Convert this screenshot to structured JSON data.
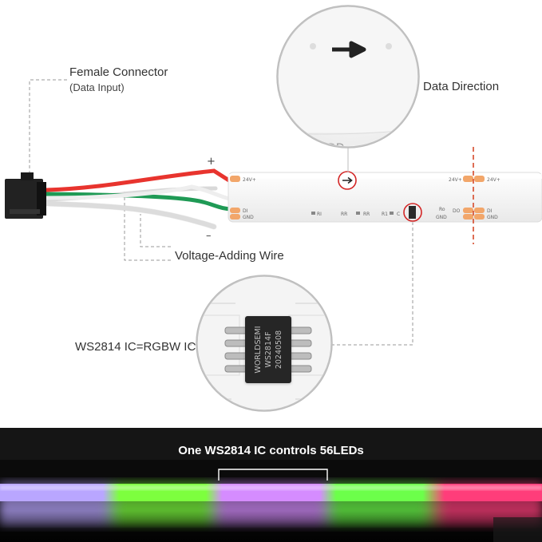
{
  "labels": {
    "connector_title": "Female Connector",
    "connector_sub": "(Data Input)",
    "data_direction": "Data Direction",
    "voltage_wire": "Voltage-Adding Wire",
    "ic_label": "WS2814 IC=RGBW IC",
    "bottom_caption": "One WS2814 IC controls 56LEDs"
  },
  "wire_marks": {
    "plus": "+",
    "minus": "–"
  },
  "pads": {
    "left_24v": "24V+",
    "left_di": "DI",
    "left_gnd": "GND",
    "right_24v_a": "24V+",
    "right_24v_b": "24V+",
    "right_do": "DO",
    "right_ro": "Ro",
    "right_gnd_a": "GND",
    "right_di": "DI",
    "right_gnd_b": "GND"
  },
  "components": [
    "RI",
    "RR",
    "RR",
    "R1",
    "C"
  ],
  "chip": {
    "brand": "WORLDSEMI",
    "model": "WS2814F",
    "batch": "20240508"
  },
  "colors": {
    "wire_red": "#e8342e",
    "wire_green": "#1f9a55",
    "wire_white": "#e9e9e9",
    "strip": "#f3f3f3",
    "callout_red": "#d32626",
    "pad_orange": "#f2a66a",
    "cut_line": "#d64a2b"
  },
  "led_segments": [
    {
      "color": "#b9a6ff"
    },
    {
      "color": "#7dff3e"
    },
    {
      "color": "#d58cff"
    },
    {
      "color": "#6cff4a"
    },
    {
      "color": "#ff3d7a"
    }
  ]
}
